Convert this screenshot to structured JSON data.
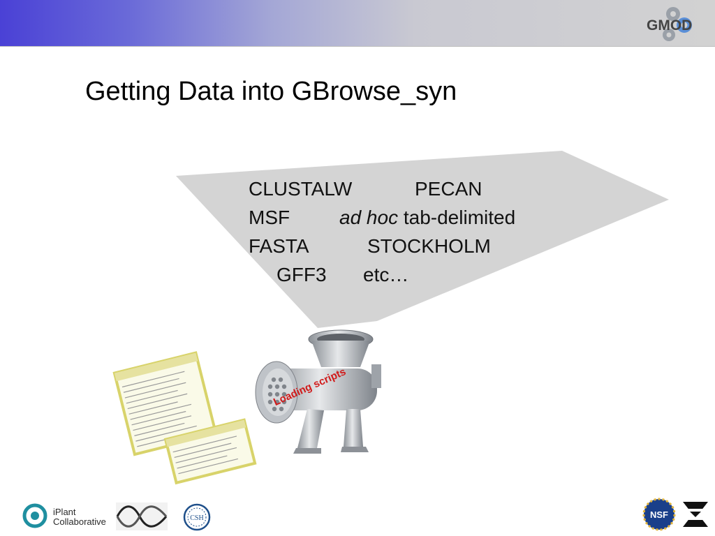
{
  "slide": {
    "title": "Getting Data into GBrowse_syn"
  },
  "formats": {
    "row1": {
      "a": "CLUSTALW",
      "b": "PECAN"
    },
    "row2": {
      "a": "MSF",
      "b_italic": "ad hoc",
      "b_rest": " tab-delimited"
    },
    "row3": {
      "a": "FASTA",
      "b": "STOCKHOLM"
    },
    "row4": {
      "a": "GFF3",
      "b": "etc…"
    }
  },
  "grinder": {
    "label": "Loading scripts"
  },
  "logos": {
    "gmod": "GMOD",
    "iplant_line1": "iPlant",
    "iplant_line2": "Collaborative",
    "csh": "CSH",
    "nsf": "NSF"
  },
  "colors": {
    "header_start": "#4a41d6",
    "header_end": "#d2d2d2",
    "funnel_fill": "#d4d4d4",
    "loading_label": "#d11a1a",
    "schema_border": "#d8d36a"
  }
}
